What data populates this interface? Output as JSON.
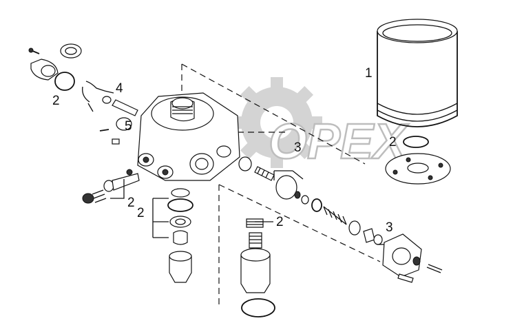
{
  "watermark": {
    "text": "OPEX"
  },
  "callouts": [
    {
      "id": "1",
      "text": "1"
    },
    {
      "id": "2a",
      "text": "2"
    },
    {
      "id": "4",
      "text": "4"
    },
    {
      "id": "5",
      "text": "5"
    },
    {
      "id": "3a",
      "text": "3"
    },
    {
      "id": "2b",
      "text": "2"
    },
    {
      "id": "2c",
      "text": "2"
    },
    {
      "id": "2d",
      "text": "2"
    },
    {
      "id": "2e",
      "text": "2"
    },
    {
      "id": "3b",
      "text": "3"
    }
  ]
}
